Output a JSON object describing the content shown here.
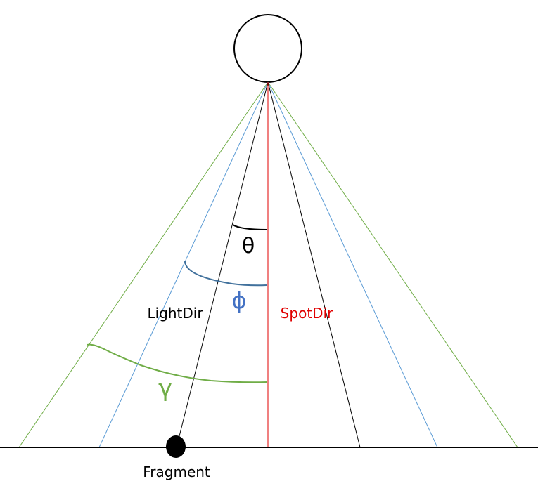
{
  "labels": {
    "theta": "θ",
    "phi": "ϕ",
    "gamma": "γ",
    "light_dir": "LightDir",
    "spot_dir": "SpotDir",
    "fragment": "Fragment"
  },
  "colors": {
    "outer_cone": "#70AD47",
    "inner_cone": "#5B9BD5",
    "spot_dir": "#E00000",
    "phi_arc": "#41719C",
    "phi_text": "#4472C4",
    "gamma_text": "#70AD47",
    "stroke": "#000000"
  }
}
